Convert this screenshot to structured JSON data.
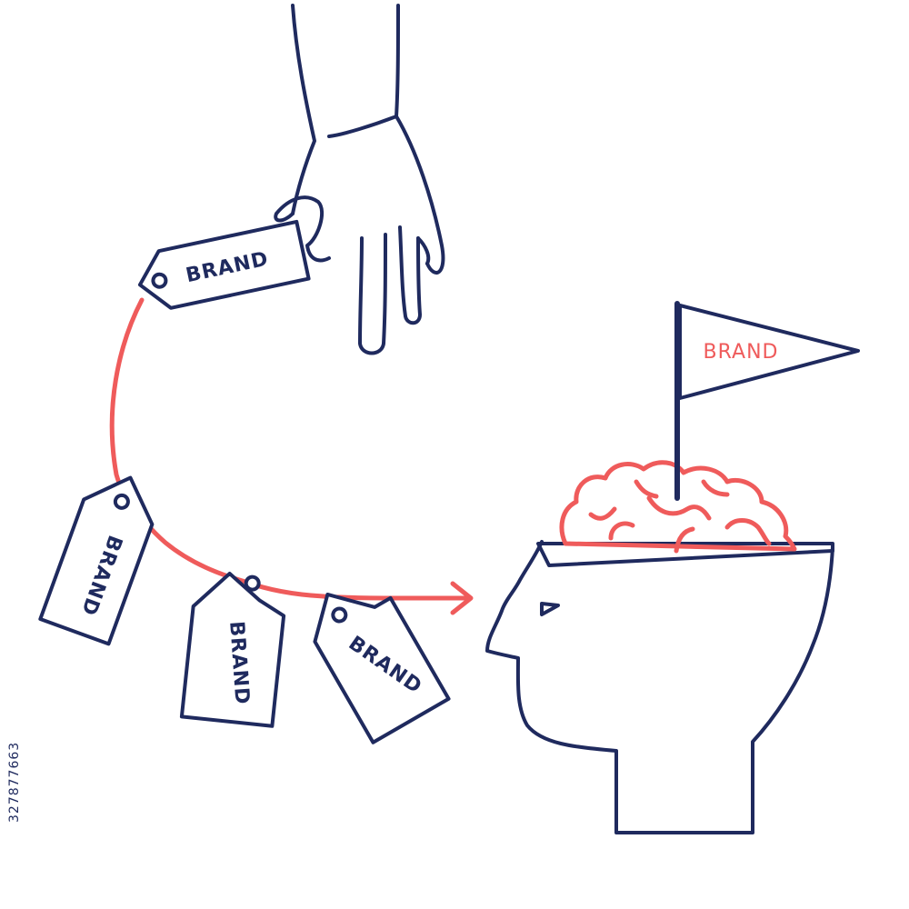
{
  "tags": [
    {
      "label": "BRAND"
    },
    {
      "label": "BRAND"
    },
    {
      "label": "BRAND"
    },
    {
      "label": "BRAND"
    }
  ],
  "flag": {
    "label": "BRAND"
  },
  "stock_id": "327877663",
  "colors": {
    "outline": "#1f2a5e",
    "accent": "#ef5b5b",
    "background": "#ffffff"
  }
}
